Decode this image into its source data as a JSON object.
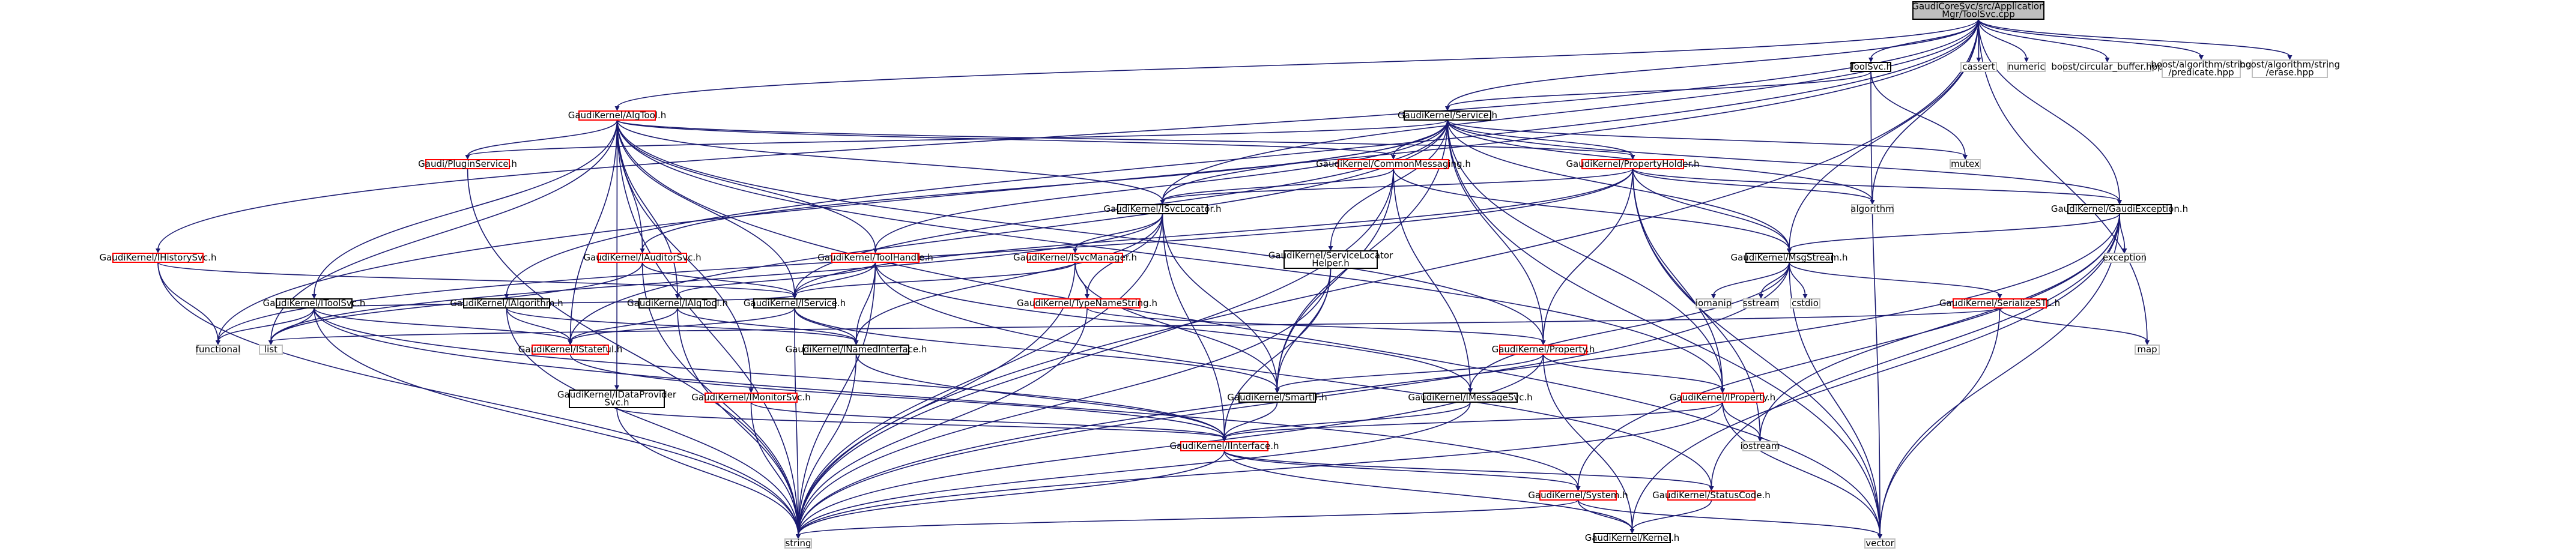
{
  "diagram": {
    "kind": "include-dependency-graph",
    "colors": {
      "edge": "#191970",
      "root_fill": "#bfbfbf",
      "default_fill": "#ffffff",
      "documented_border": "#000000",
      "undocumented_border": "#ff0000",
      "system_border": "#bfbfbf"
    },
    "nodes": [
      {
        "id": "root",
        "lines": [
          "GaudiCoreSvc/src/Application",
          "Mgr/ToolSvc.cpp"
        ],
        "kind": "root"
      },
      {
        "id": "toolsvc_h",
        "lines": [
          "ToolSvc.h"
        ],
        "kind": "doc"
      },
      {
        "id": "cassert",
        "lines": [
          "cassert"
        ],
        "kind": "sys"
      },
      {
        "id": "numeric",
        "lines": [
          "numeric"
        ],
        "kind": "sys"
      },
      {
        "id": "circbuf",
        "lines": [
          "boost/circular_buffer.hpp"
        ],
        "kind": "sys"
      },
      {
        "id": "predicate",
        "lines": [
          "boost/algorithm/string",
          "/predicate.hpp"
        ],
        "kind": "sys"
      },
      {
        "id": "erase",
        "lines": [
          "boost/algorithm/string",
          "/erase.hpp"
        ],
        "kind": "sys"
      },
      {
        "id": "algtool",
        "lines": [
          "GaudiKernel/AlgTool.h"
        ],
        "kind": "undoc"
      },
      {
        "id": "service",
        "lines": [
          "GaudiKernel/Service.h"
        ],
        "kind": "doc"
      },
      {
        "id": "pluginsvc",
        "lines": [
          "Gaudi/PluginService.h"
        ],
        "kind": "undoc"
      },
      {
        "id": "commonmsg",
        "lines": [
          "GaudiKernel/CommonMessaging.h"
        ],
        "kind": "undoc"
      },
      {
        "id": "propholder",
        "lines": [
          "GaudiKernel/PropertyHolder.h"
        ],
        "kind": "undoc"
      },
      {
        "id": "mutex",
        "lines": [
          "mutex"
        ],
        "kind": "sys"
      },
      {
        "id": "isvclocator",
        "lines": [
          "GaudiKernel/ISvcLocator.h"
        ],
        "kind": "doc"
      },
      {
        "id": "algorithm",
        "lines": [
          "algorithm"
        ],
        "kind": "sys"
      },
      {
        "id": "gaudiexc",
        "lines": [
          "GaudiKernel/GaudiException.h"
        ],
        "kind": "doc"
      },
      {
        "id": "historysvc",
        "lines": [
          "GaudiKernel/IHistorySvc.h"
        ],
        "kind": "undoc"
      },
      {
        "id": "iauditorsvc",
        "lines": [
          "GaudiKernel/IAuditorSvc.h"
        ],
        "kind": "undoc"
      },
      {
        "id": "toolhandle",
        "lines": [
          "GaudiKernel/ToolHandle.h"
        ],
        "kind": "undoc"
      },
      {
        "id": "isvcmanager",
        "lines": [
          "GaudiKernel/ISvcManager.h"
        ],
        "kind": "undoc"
      },
      {
        "id": "svclochelper",
        "lines": [
          "GaudiKernel/ServiceLocator",
          "Helper.h"
        ],
        "kind": "doc"
      },
      {
        "id": "msgstream",
        "lines": [
          "GaudiKernel/MsgStream.h"
        ],
        "kind": "doc"
      },
      {
        "id": "exception",
        "lines": [
          "exception"
        ],
        "kind": "sys"
      },
      {
        "id": "itoolsvc",
        "lines": [
          "GaudiKernel/IToolSvc.h"
        ],
        "kind": "doc"
      },
      {
        "id": "ialgorithm",
        "lines": [
          "GaudiKernel/IAlgorithm.h"
        ],
        "kind": "doc"
      },
      {
        "id": "ialgtool",
        "lines": [
          "GaudiKernel/IAlgTool.h"
        ],
        "kind": "doc"
      },
      {
        "id": "iservice",
        "lines": [
          "GaudiKernel/IService.h"
        ],
        "kind": "doc"
      },
      {
        "id": "typenamestr",
        "lines": [
          "GaudiKernel/TypeNameString.h"
        ],
        "kind": "undoc"
      },
      {
        "id": "iomanip",
        "lines": [
          "iomanip"
        ],
        "kind": "sys"
      },
      {
        "id": "sstream",
        "lines": [
          "sstream"
        ],
        "kind": "sys"
      },
      {
        "id": "cstdio",
        "lines": [
          "cstdio"
        ],
        "kind": "sys"
      },
      {
        "id": "serializestl",
        "lines": [
          "GaudiKernel/SerializeSTL.h"
        ],
        "kind": "undoc"
      },
      {
        "id": "functional",
        "lines": [
          "functional"
        ],
        "kind": "sys"
      },
      {
        "id": "list",
        "lines": [
          "list"
        ],
        "kind": "sys"
      },
      {
        "id": "istateful",
        "lines": [
          "GaudiKernel/IStateful.h"
        ],
        "kind": "undoc"
      },
      {
        "id": "inamedif",
        "lines": [
          "GaudiKernel/INamedInterface.h"
        ],
        "kind": "doc"
      },
      {
        "id": "property",
        "lines": [
          "GaudiKernel/Property.h"
        ],
        "kind": "undoc"
      },
      {
        "id": "map",
        "lines": [
          "map"
        ],
        "kind": "sys"
      },
      {
        "id": "idataprov",
        "lines": [
          "GaudiKernel/IDataProvider",
          "Svc.h"
        ],
        "kind": "doc"
      },
      {
        "id": "imonitorsvc",
        "lines": [
          "GaudiKernel/IMonitorSvc.h"
        ],
        "kind": "undoc"
      },
      {
        "id": "smartifh",
        "lines": [
          "GaudiKernel/SmartIF.h"
        ],
        "kind": "doc"
      },
      {
        "id": "imessagesvc",
        "lines": [
          "GaudiKernel/IMessageSvc.h"
        ],
        "kind": "doc"
      },
      {
        "id": "iproperty",
        "lines": [
          "GaudiKernel/IProperty.h"
        ],
        "kind": "undoc"
      },
      {
        "id": "iinterface",
        "lines": [
          "GaudiKernel/IInterface.h"
        ],
        "kind": "undoc"
      },
      {
        "id": "iostream",
        "lines": [
          "iostream"
        ],
        "kind": "sys"
      },
      {
        "id": "system",
        "lines": [
          "GaudiKernel/System.h"
        ],
        "kind": "undoc"
      },
      {
        "id": "statuscode",
        "lines": [
          "GaudiKernel/StatusCode.h"
        ],
        "kind": "undoc"
      },
      {
        "id": "string",
        "lines": [
          "string"
        ],
        "kind": "sys"
      },
      {
        "id": "kernel",
        "lines": [
          "GaudiKernel/Kernel.h"
        ],
        "kind": "doc"
      },
      {
        "id": "vector",
        "lines": [
          "vector"
        ],
        "kind": "sys"
      }
    ]
  }
}
